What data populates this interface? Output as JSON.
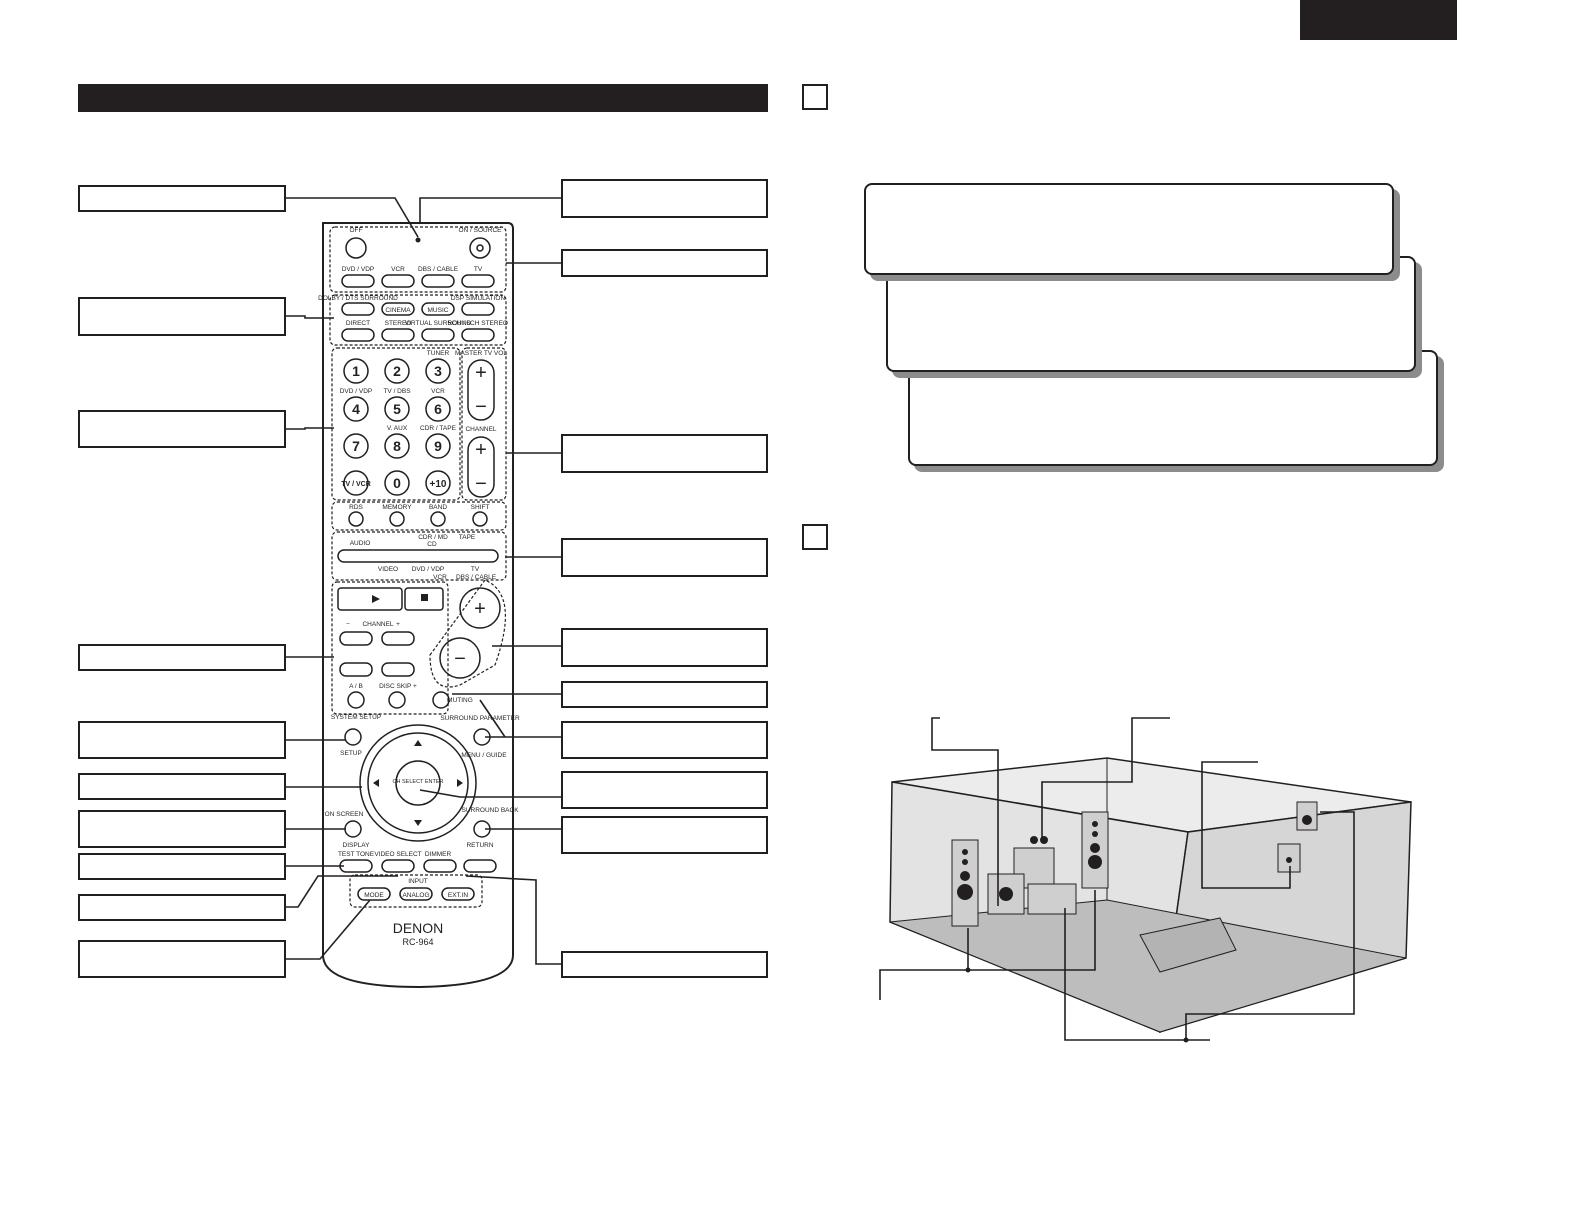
{
  "remote": {
    "buttons": {
      "off": "OFF",
      "on_source": "ON / SOURCE",
      "dvd_vdp": "DVD / VDP",
      "vcr": "VCR",
      "dbs_cable": "DBS / CABLE",
      "tv": "TV",
      "dolby_dts_surround": "DOLBY / DTS SURROUND",
      "cinema": "CINEMA",
      "music": "MUSIC",
      "dsp_simulation": "DSP SIMULATION",
      "direct": "DIRECT",
      "stereo": "STEREO",
      "virtual_surround": "VIRTUAL SURROUND",
      "5ch_6ch_stereo": "5CH / 6CH STEREO",
      "tuner": "TUNER",
      "master_tv_vol": "MASTER TV VOL",
      "channel": "CHANNEL",
      "channel_minus": "−",
      "channel_plus": "+",
      "rds": "RDS",
      "memory": "MEMORY",
      "band": "BAND",
      "shift": "SHIFT",
      "audio": "AUDIO",
      "cdr_md": "CDR / MD",
      "tape": "TAPE",
      "cd": "CD",
      "video": "VIDEO",
      "dvd_vdp_2": "DVD / VDP",
      "vcr_2": "VCR",
      "tv_2": "TV",
      "dbs_cable_2": "DBS / CABLE",
      "a_b": "A / B",
      "disc_skip": "DISC SKIP +",
      "muting": "MUTING",
      "system_setup": "SYSTEM SETUP",
      "setup": "SETUP",
      "surround_parameter": "SURROUND PARAMETER",
      "menu_guide": "MENU / GUIDE",
      "ch_select_enter": "CH SELECT ENTER",
      "on_screen": "ON SCREEN",
      "display": "DISPLAY",
      "surround_back": "SURROUND BACK",
      "return": "RETURN",
      "test_tone": "TEST TONE",
      "video_select": "VIDEO SELECT",
      "dimmer": "DIMMER",
      "input": "INPUT",
      "mode": "MODE",
      "analog": "ANALOG",
      "ext_in": "EXT.IN"
    },
    "keypad": {
      "row1": [
        "1",
        "2",
        "3"
      ],
      "row2": [
        "4",
        "5",
        "6"
      ],
      "row3": [
        "7",
        "8",
        "9"
      ],
      "row4": [
        "TV / VCR",
        "0",
        "+10"
      ],
      "row2_labels": [
        "DVD / VDP",
        "TV / DBS",
        "VCR"
      ],
      "row3_labels": [
        "",
        "V. AUX",
        "CDR / TAPE"
      ]
    },
    "brand": "DENON",
    "model": "RC-964"
  }
}
